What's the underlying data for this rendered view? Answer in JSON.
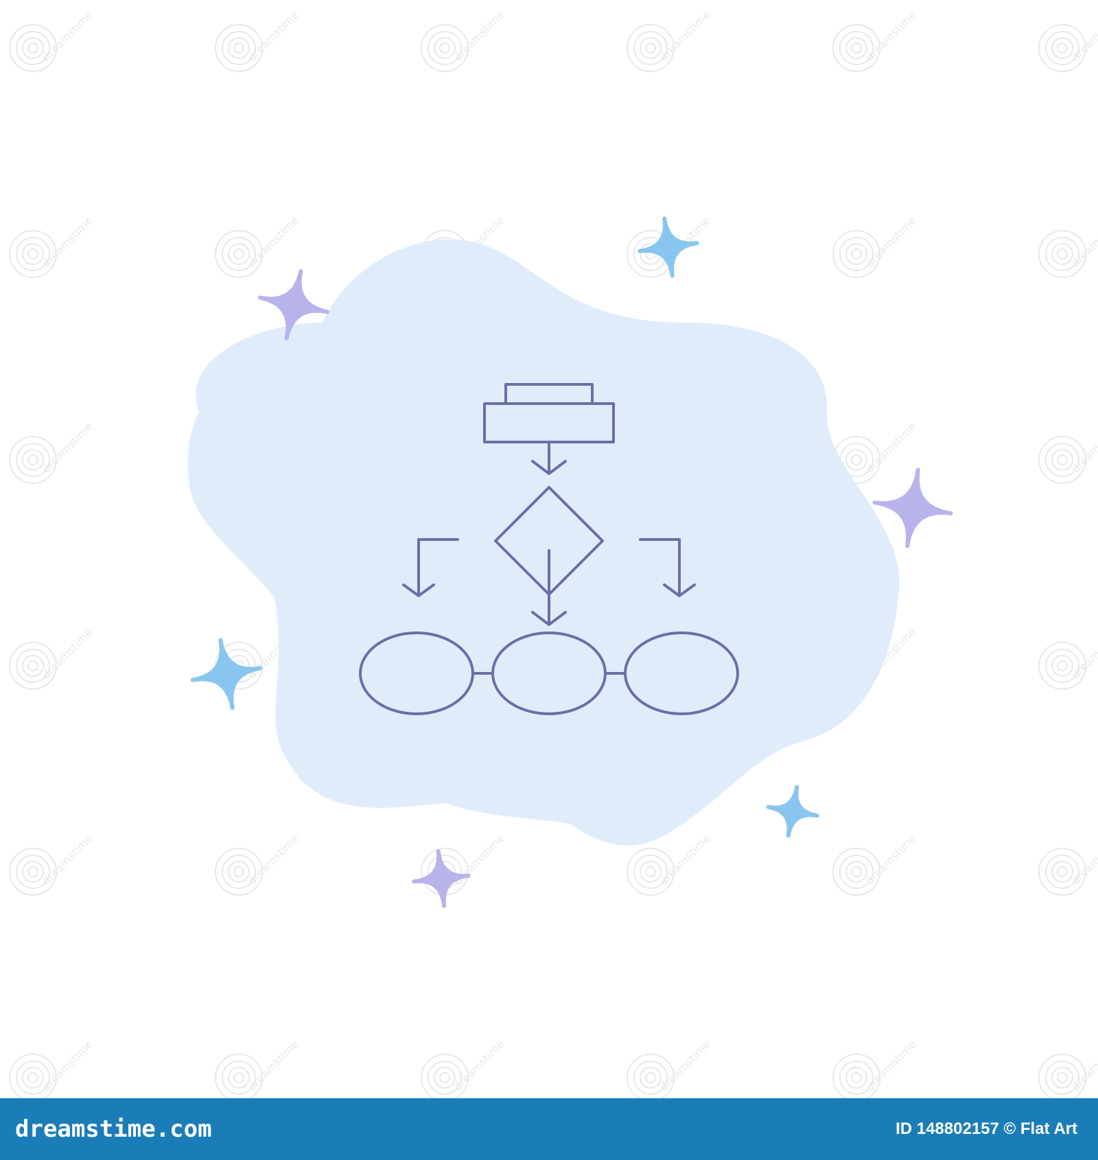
{
  "colors": {
    "background": "#ffffff",
    "blob": "#e1ecfb",
    "icon_stroke": "#6b6ea8",
    "star_purple": "#b9b3ec",
    "star_blue": "#88c6ef",
    "footer": "#1b7db8",
    "footer_text": "#ffffff",
    "watermark": "#e8e8e8"
  },
  "icon": {
    "name": "flowchart-icon"
  },
  "watermark": {
    "text": "dreamstime"
  },
  "footer": {
    "logo": "dreamstime.com",
    "credit": "ID 148802157 © Flat Art"
  }
}
